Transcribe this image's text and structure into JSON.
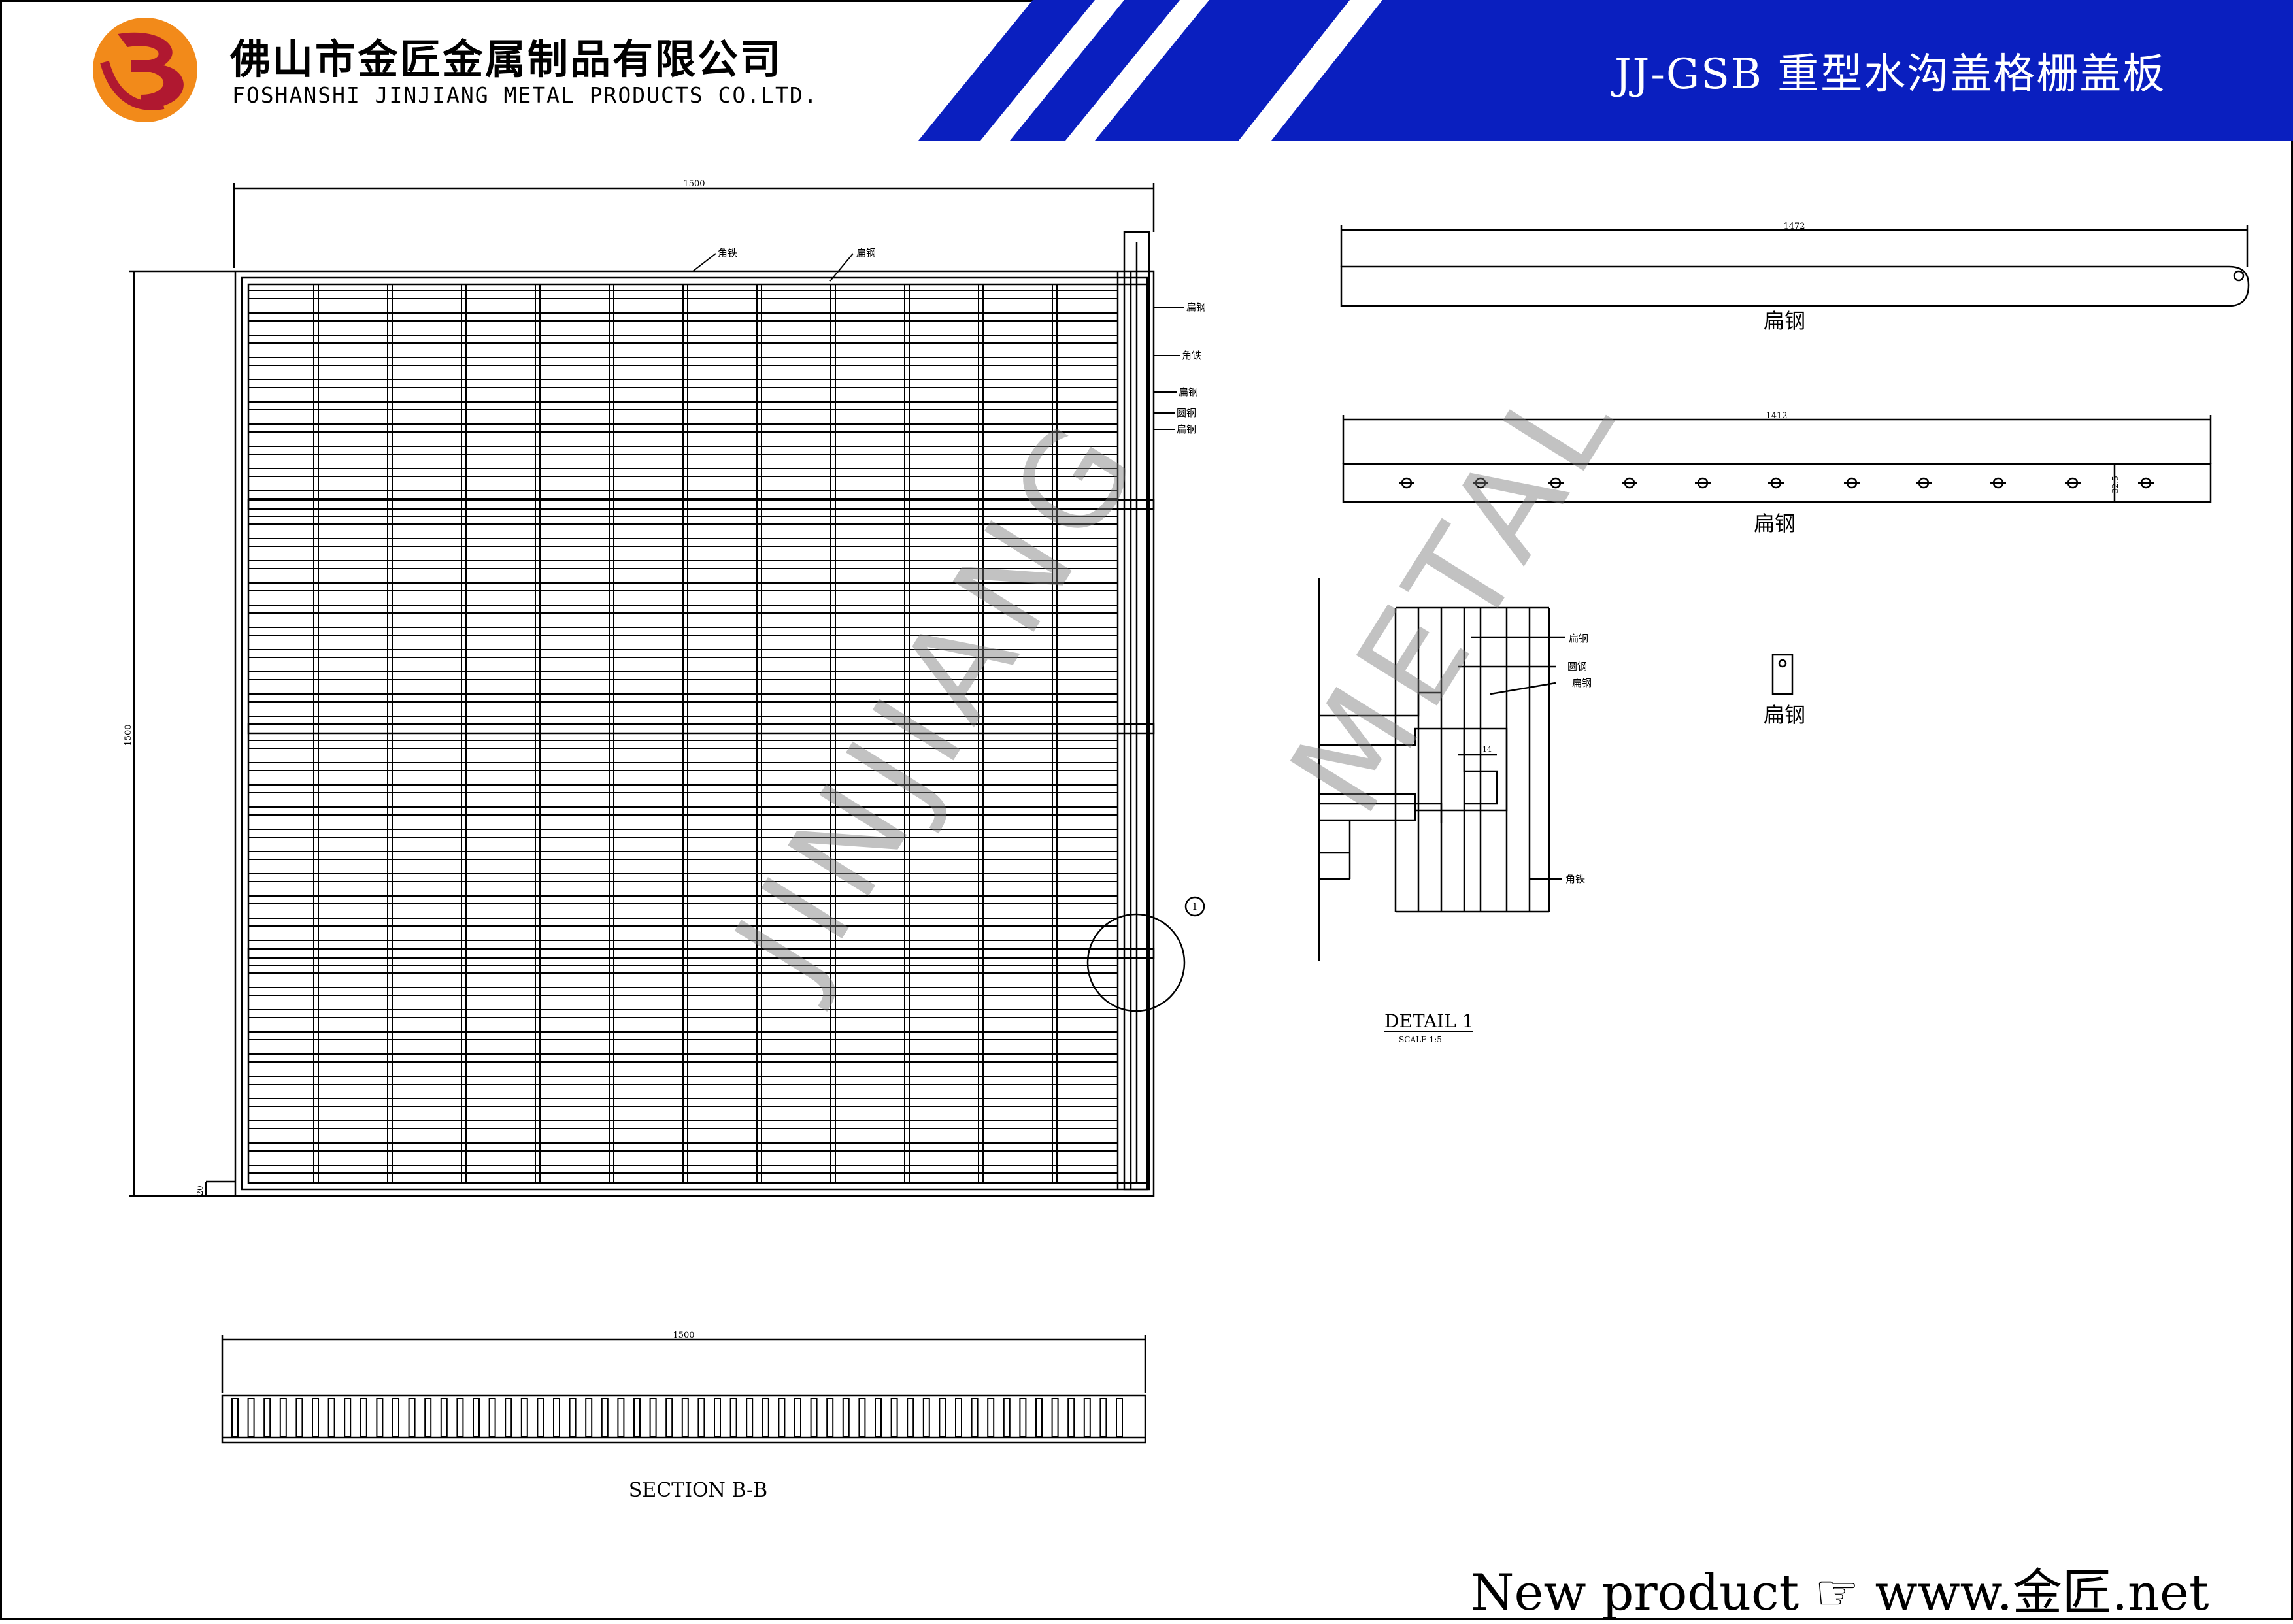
{
  "header": {
    "company_cn": "佛山市金匠金属制品有限公司",
    "company_en": "FOSHANSHI JINJIANG METAL PRODUCTS CO.LTD.",
    "title": "JJ-GSB 重型水沟盖格栅盖板",
    "brand_color": "#0a1fbf",
    "logo_color": "#f28a1a"
  },
  "plan_view": {
    "dim_width": "1500",
    "dim_height": "1500",
    "dim_small": "20",
    "callouts": [
      "角铁",
      "扁钢",
      "扁钢",
      "角铁",
      "扁钢",
      "圆钢",
      "扁钢"
    ]
  },
  "part_a": {
    "dim": "1472",
    "label": "扁钢"
  },
  "part_b": {
    "dim": "1412",
    "label": "扁钢",
    "dim_side": "32.5"
  },
  "part_c": {
    "label": "扁钢"
  },
  "detail": {
    "title": "DETAIL 1",
    "scale": "SCALE 1:5",
    "callouts": [
      "扁钢",
      "圆钢",
      "扁钢",
      "角铁"
    ],
    "dim": "14",
    "marker": "1"
  },
  "section": {
    "dim": "1500",
    "title": "SECTION B-B"
  },
  "watermark": {
    "left": "JINJIANG",
    "right": "METAL"
  },
  "footer": {
    "text": "New product ☞ www.金匠.net"
  }
}
